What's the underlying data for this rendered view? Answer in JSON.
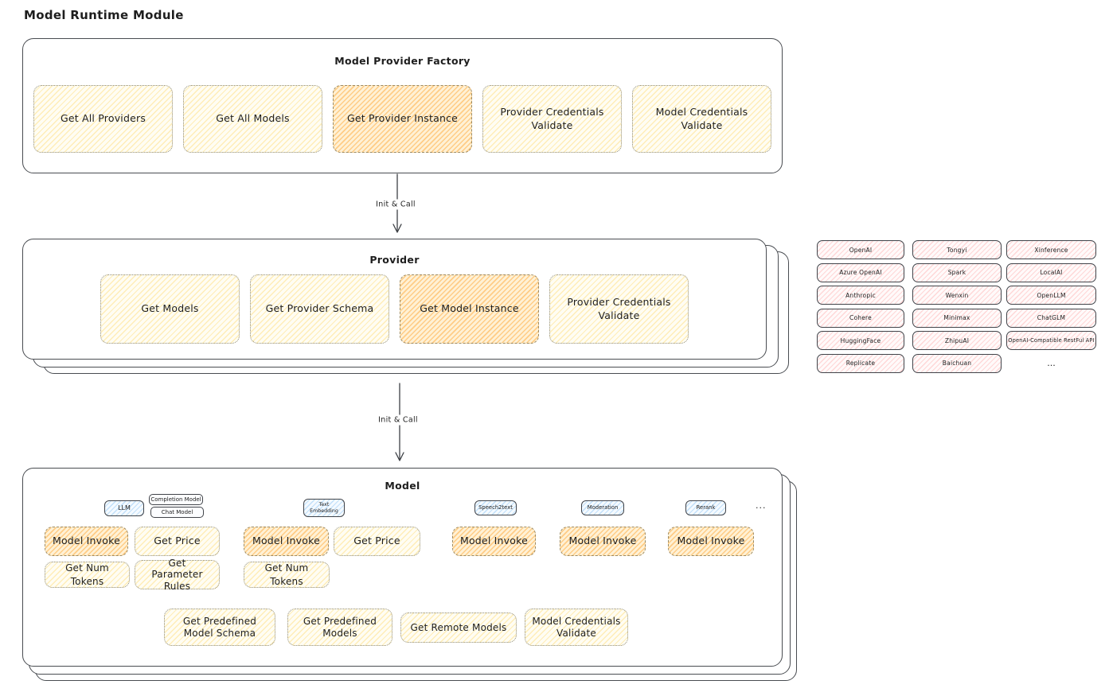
{
  "title": "Model Runtime Module",
  "arrow1": {
    "label": "Init & Call"
  },
  "arrow2": {
    "label": "Init & Call"
  },
  "factory": {
    "title": "Model Provider Factory",
    "boxes": [
      {
        "label": "Get All Providers"
      },
      {
        "label": "Get All Models"
      },
      {
        "label": "Get Provider Instance"
      },
      {
        "label": "Provider Credentials Validate"
      },
      {
        "label": "Model Credentials Validate"
      }
    ]
  },
  "provider": {
    "title": "Provider",
    "boxes": [
      {
        "label": "Get Models"
      },
      {
        "label": "Get Provider Schema"
      },
      {
        "label": "Get Model Instance"
      },
      {
        "label": "Provider Credentials Validate"
      }
    ]
  },
  "providers_list": {
    "col1": [
      "OpenAI",
      "Azure OpenAI",
      "Anthropic",
      "Cohere",
      "HuggingFace",
      "Replicate"
    ],
    "col2": [
      "Tongyi",
      "Spark",
      "Wenxin",
      "Minimax",
      "ZhipuAI",
      "Baichuan"
    ],
    "col3": [
      "Xinference",
      "LocalAI",
      "OpenLLM",
      "ChatGLM",
      "OpenAI-Compatible RestFul API"
    ],
    "more": "..."
  },
  "model": {
    "title": "Model",
    "tags": {
      "llm": "LLM",
      "completion": "Completion Model",
      "chat": "Chat Model",
      "text_embedding": "Text Embedding",
      "speech2text": "Speech2text",
      "moderation": "Moderation",
      "rerank": "Rerank",
      "more": "..."
    },
    "functions": {
      "model_invoke": "Model Invoke",
      "get_price": "Get Price",
      "get_num_tokens": "Get Num Tokens",
      "get_parameter_rules": "Get Parameter Rules"
    },
    "bottom": [
      "Get Predefined Model Schema",
      "Get Predefined Models",
      "Get Remote Models",
      "Model Credentials Validate"
    ]
  },
  "colors": {
    "ink": "#1e1e1e",
    "yellow_hatch": "#ffd666",
    "orange_hatch": "#ffa838",
    "pink_hatch": "#ff9696",
    "blue_hatch": "#6eb4f0"
  }
}
